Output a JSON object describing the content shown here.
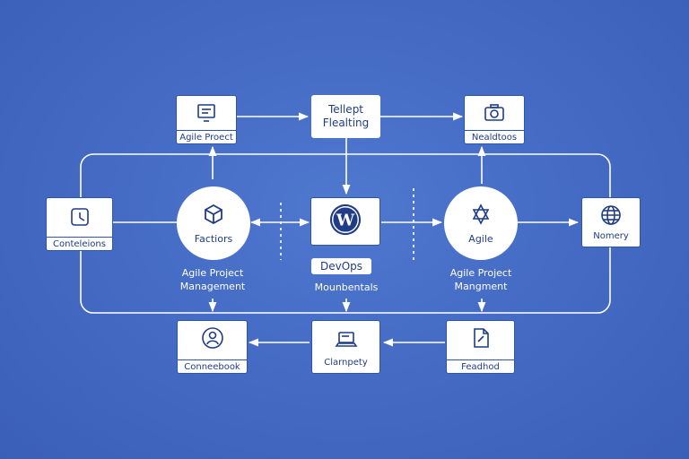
{
  "colors": {
    "background": "#4369c3",
    "line": "#ffffff",
    "node_border": "#2f55a8",
    "text": "#1f3c86"
  },
  "top_left": {
    "label": "Agile Proect",
    "icon": "monitor-icon"
  },
  "top_center": {
    "line1": "Tellept",
    "line2": "Flealting"
  },
  "top_right": {
    "label": "Nealdtoos",
    "icon": "camera-icon"
  },
  "left": {
    "label": "Conteleions",
    "icon": "clock-icon"
  },
  "circle_left": {
    "label": "Factiors",
    "icon": "cube-icon"
  },
  "center": {
    "icon": "wordpress-icon"
  },
  "circle_right": {
    "label": "Agile",
    "icon": "star-icon"
  },
  "right": {
    "label": "Nomery",
    "icon": "globe-icon"
  },
  "caption_left": {
    "line1": "Agile Project",
    "line2": "Management"
  },
  "caption_center": {
    "pill": "DevOps",
    "line2": "Mounbentals"
  },
  "caption_right": {
    "line1": "Agile Project",
    "line2": "Mangment"
  },
  "bottom_left": {
    "label": "Conneebook",
    "icon": "person-icon"
  },
  "bottom_center": {
    "label": "Clarnpety",
    "icon": "laptop-icon"
  },
  "bottom_right": {
    "label": "Feadhod",
    "icon": "document-icon"
  }
}
